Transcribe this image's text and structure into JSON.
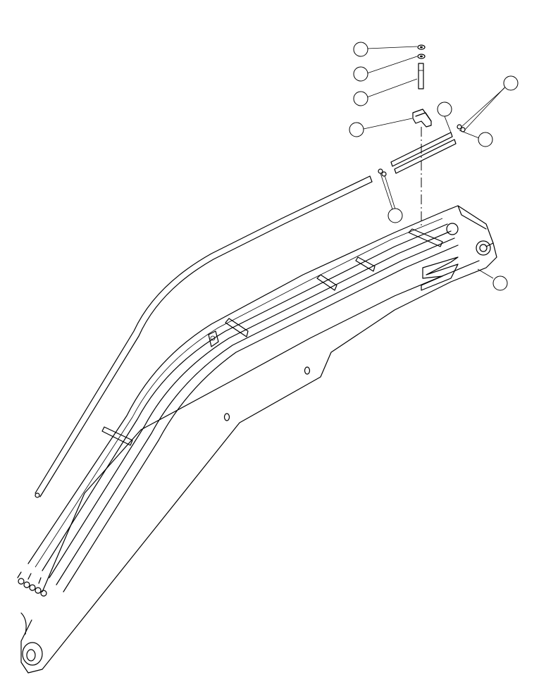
{
  "diagram": {
    "background": "#ffffff",
    "line_color": "#000000",
    "callouts": [
      {
        "id": "c1",
        "label": ""
      },
      {
        "id": "c2",
        "label": ""
      },
      {
        "id": "c3",
        "label": ""
      },
      {
        "id": "c4",
        "label": ""
      },
      {
        "id": "c5",
        "label": ""
      },
      {
        "id": "c6",
        "label": ""
      },
      {
        "id": "c7",
        "label": ""
      },
      {
        "id": "c8",
        "label": ""
      },
      {
        "id": "c9",
        "label": ""
      }
    ]
  }
}
